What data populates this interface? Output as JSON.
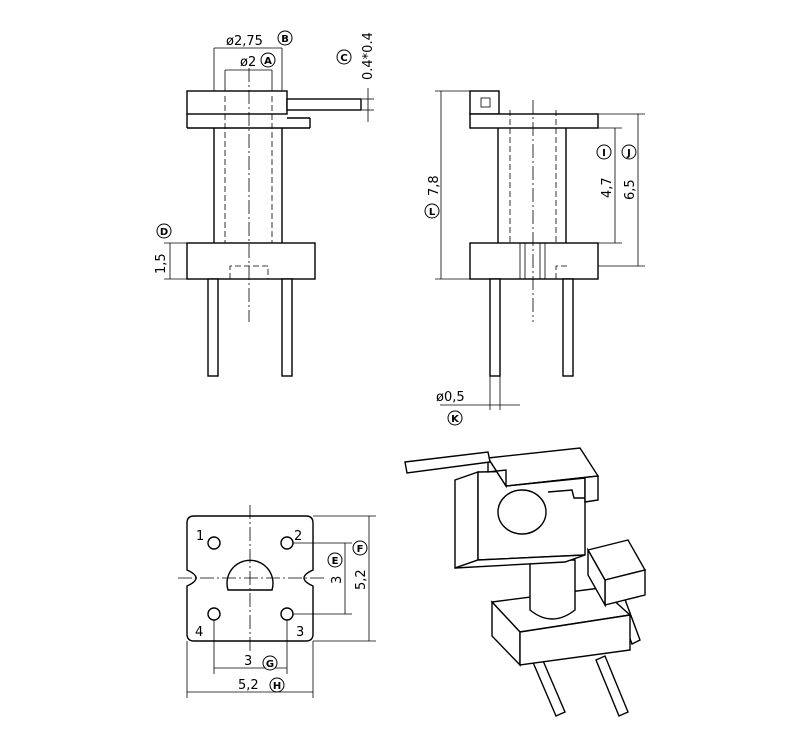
{
  "dimensions": {
    "dia_275": "ø2,75",
    "dia_2": "ø2",
    "pin_thickness": "0.4*0.4",
    "flange_height": "1,5",
    "total_height": "7,8",
    "winding_height": "4,7",
    "winding_height_outer": "6,5",
    "pin_dia": "ø0,5",
    "pin_pitch_v": "3",
    "body_width_v": "5,2",
    "pin_pitch_h": "3",
    "body_width_h": "5,2"
  },
  "labels": {
    "A": "A",
    "B": "B",
    "C": "C",
    "D": "D",
    "E": "E",
    "F": "F",
    "G": "G",
    "H": "H",
    "I": "I",
    "J": "J",
    "K": "K",
    "L": "L"
  },
  "pin_numbers": [
    "1",
    "2",
    "3",
    "4"
  ]
}
